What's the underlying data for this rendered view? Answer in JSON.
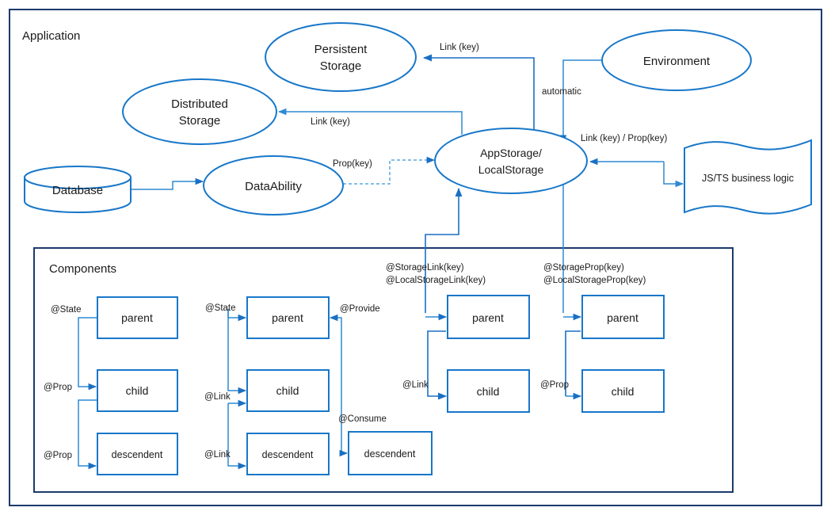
{
  "frames": {
    "application": {
      "label": "Application"
    },
    "components": {
      "label": "Components"
    }
  },
  "nodes": {
    "persistent_storage": {
      "line1": "Persistent",
      "line2": "Storage"
    },
    "distributed_storage": {
      "line1": "Distributed",
      "line2": "Storage"
    },
    "database": {
      "label": "Database"
    },
    "data_ability": {
      "label": "DataAbility"
    },
    "app_storage": {
      "line1": "AppStorage/",
      "line2": "LocalStorage"
    },
    "environment": {
      "label": "Environment"
    },
    "business_logic": {
      "label": "JS/TS business logic"
    }
  },
  "edge_labels": {
    "link_key_persistent": "Link (key)",
    "link_key_distributed": "Link (key)",
    "prop_key_dataability": "Prop(key)",
    "automatic": "automatic",
    "link_prop_key_logic": "Link (key) / Prop(key)",
    "storage_link_line1": "@StorageLink(key)",
    "storage_link_line2": "@LocalStorageLink(key)",
    "storage_prop_line1": "@StorageProp(key)",
    "storage_prop_line2": "@LocalStorageProp(key)"
  },
  "component_groups": [
    {
      "id": "state-prop-group",
      "boxes": [
        {
          "label": "parent"
        },
        {
          "label": "child"
        },
        {
          "label": "descendent"
        }
      ],
      "labels": [
        {
          "text": "@State"
        },
        {
          "text": "@Prop"
        },
        {
          "text": "@Prop"
        }
      ]
    },
    {
      "id": "state-link-group",
      "boxes": [
        {
          "label": "parent"
        },
        {
          "label": "child"
        },
        {
          "label": "descendent"
        }
      ],
      "labels": [
        {
          "text": "@State"
        },
        {
          "text": "@Link"
        },
        {
          "text": "@Link"
        }
      ]
    },
    {
      "id": "provide-consume-group",
      "boxes": [
        {
          "label": "descendent"
        }
      ],
      "labels": [
        {
          "text": "@Provide"
        },
        {
          "text": "@Consume"
        }
      ]
    },
    {
      "id": "storage-link-group",
      "boxes": [
        {
          "label": "parent"
        },
        {
          "label": "child"
        }
      ],
      "labels": [
        {
          "text": "@Link"
        }
      ]
    },
    {
      "id": "storage-prop-group",
      "boxes": [
        {
          "label": "parent"
        },
        {
          "label": "child"
        }
      ],
      "labels": [
        {
          "text": "@Prop"
        }
      ]
    }
  ],
  "colors": {
    "shape_stroke": "#1877c9",
    "frame_stroke": "#1b3a6b",
    "edge_stroke": "#2e8ad4",
    "edge_stroke_dark": "#1a6fc4",
    "text": "#1a1a1a",
    "background": "#ffffff"
  }
}
